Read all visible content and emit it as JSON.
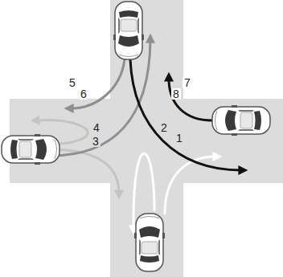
{
  "diagram": {
    "labels": [
      "5",
      "6",
      "7",
      "8",
      "4",
      "3",
      "2",
      "1"
    ]
  }
}
